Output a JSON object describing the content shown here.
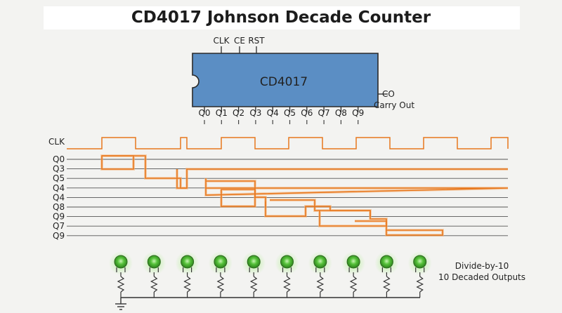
{
  "title": "CD4017 Johnson Decade Counter",
  "chip": {
    "name": "CD4017",
    "top_pins": [
      "CLK",
      "CE",
      "RST"
    ],
    "bottom_pins": [
      "Q0",
      "Q1",
      "Q2",
      "Q3",
      "Q4",
      "Q5",
      "Q6",
      "Q7",
      "Q8",
      "Q9"
    ],
    "carry_out_pin": "CO",
    "carry_out_label": "Carry Out"
  },
  "timing": {
    "clock_label": "CLK",
    "rows": [
      "Q0",
      "Q3",
      "Q5",
      "Q4",
      "Q4",
      "Q8",
      "Q9",
      "Q7",
      "Q9"
    ]
  },
  "leds": {
    "count": 10,
    "caption_line1": "Divide-by-10",
    "caption_line2": "10 Decaded Outputs"
  },
  "colors": {
    "chip_fill": "#5b8ec4",
    "chip_stroke": "#2a2a2a",
    "waveform": "#e8781e",
    "waveform_glow": "#f6b47a",
    "led_green": "#3fae2a",
    "led_glow": "#9be07f",
    "grid_line": "#555555"
  }
}
